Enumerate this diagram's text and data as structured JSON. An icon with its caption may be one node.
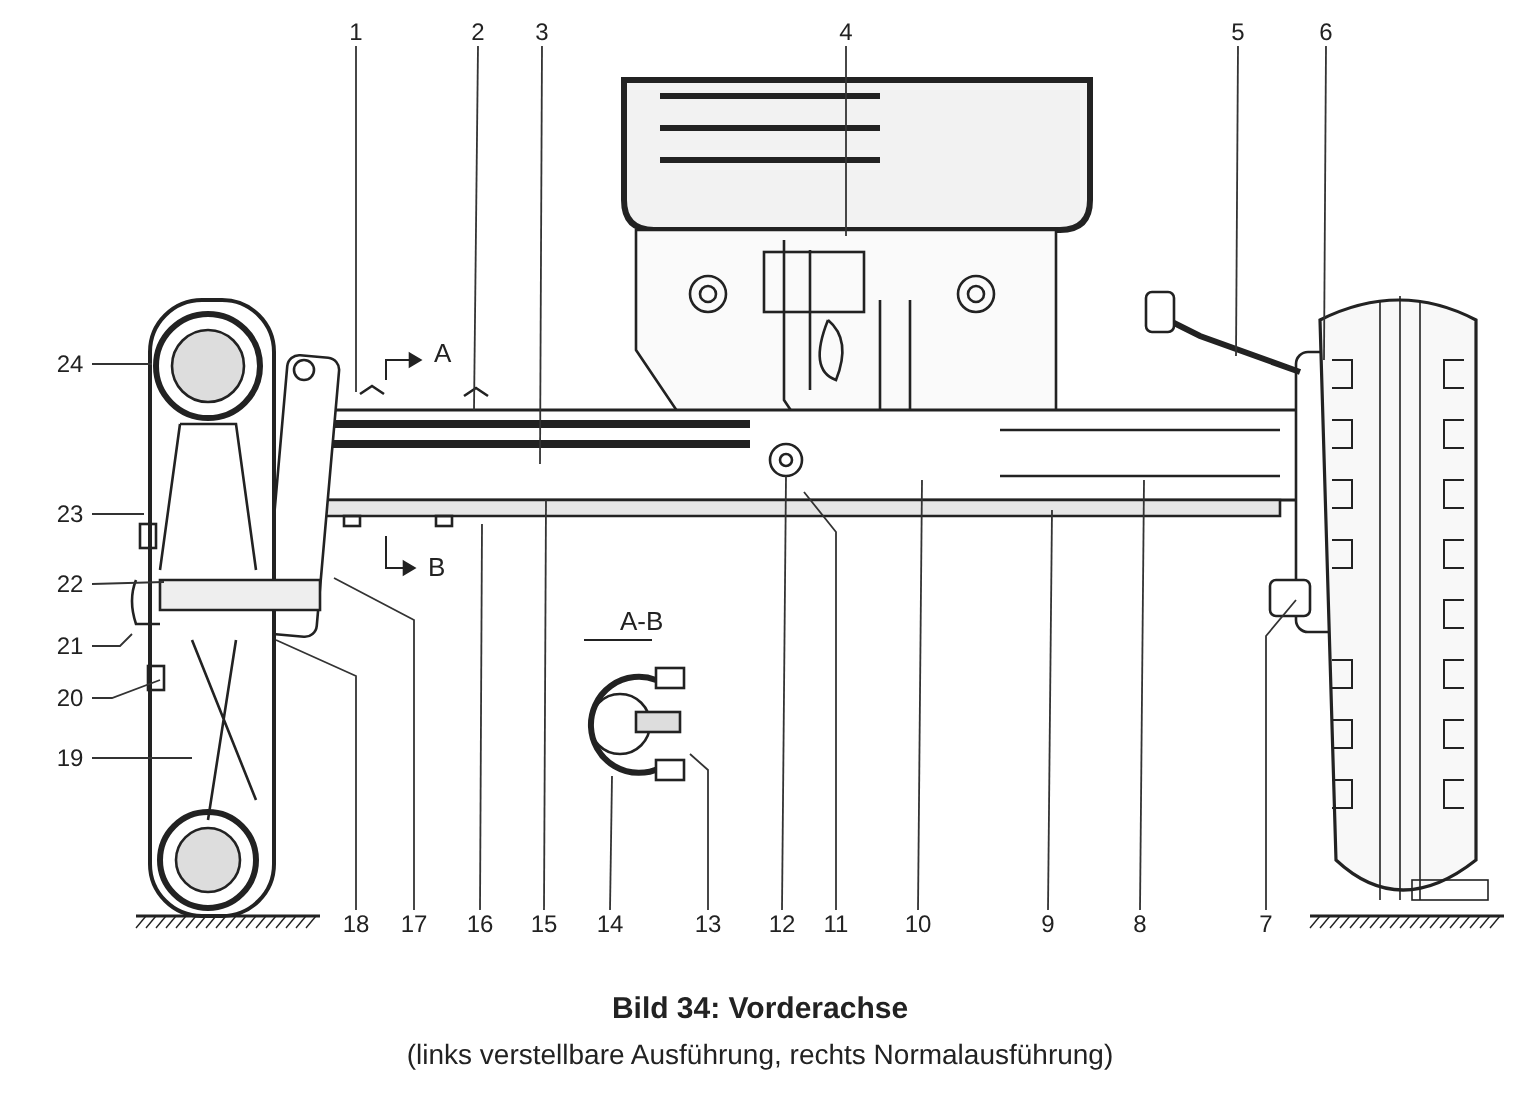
{
  "diagram": {
    "title": "Bild 34: Vorderachse",
    "caption": "(links verstellbare Ausführung, rechts Normalausführung)",
    "nodes": [
      {
        "text": [
          "1"
        ]
      },
      {
        "text": [
          "2"
        ]
      },
      {
        "text": [
          "3"
        ]
      },
      {
        "text": [
          "4"
        ]
      },
      {
        "text": [
          "5"
        ]
      },
      {
        "text": [
          "6"
        ]
      },
      {
        "text": [
          "7"
        ]
      },
      {
        "text": [
          "8"
        ]
      },
      {
        "text": [
          "9"
        ]
      },
      {
        "text": [
          "10"
        ]
      },
      {
        "text": [
          "11"
        ]
      },
      {
        "text": [
          "12"
        ]
      },
      {
        "text": [
          "13"
        ]
      },
      {
        "text": [
          "14"
        ]
      },
      {
        "text": [
          "15"
        ]
      },
      {
        "text": [
          "16"
        ]
      },
      {
        "text": [
          "17"
        ]
      },
      {
        "text": [
          "18"
        ]
      },
      {
        "text": [
          "19"
        ]
      },
      {
        "text": [
          "20"
        ]
      },
      {
        "text": [
          "21"
        ]
      },
      {
        "text": [
          "22"
        ]
      },
      {
        "text": [
          "23"
        ]
      },
      {
        "text": [
          "24"
        ]
      }
    ],
    "edges": [
      {
        "from": 0,
        "to": null,
        "arrow": "none"
      },
      {
        "from": 1,
        "to": null,
        "arrow": "none"
      },
      {
        "from": 2,
        "to": null,
        "arrow": "none"
      },
      {
        "from": 3,
        "to": null,
        "arrow": "none"
      },
      {
        "from": 4,
        "to": null,
        "arrow": "none"
      },
      {
        "from": 5,
        "to": null,
        "arrow": "none"
      },
      {
        "from": 6,
        "to": null,
        "arrow": "none"
      },
      {
        "from": 7,
        "to": null,
        "arrow": "none"
      },
      {
        "from": 8,
        "to": null,
        "arrow": "none"
      },
      {
        "from": 9,
        "to": null,
        "arrow": "none"
      },
      {
        "from": 10,
        "to": null,
        "arrow": "none"
      },
      {
        "from": 11,
        "to": null,
        "arrow": "none"
      },
      {
        "from": 12,
        "to": null,
        "arrow": "none"
      },
      {
        "from": 13,
        "to": null,
        "arrow": "none"
      },
      {
        "from": 14,
        "to": null,
        "arrow": "none"
      },
      {
        "from": 15,
        "to": null,
        "arrow": "none"
      },
      {
        "from": 16,
        "to": null,
        "arrow": "none"
      },
      {
        "from": 17,
        "to": null,
        "arrow": "none"
      },
      {
        "from": 18,
        "to": null,
        "arrow": "none"
      },
      {
        "from": 19,
        "to": null,
        "arrow": "none"
      },
      {
        "from": 20,
        "to": null,
        "arrow": "none"
      },
      {
        "from": 21,
        "to": null,
        "arrow": "none"
      },
      {
        "from": 22,
        "to": null,
        "arrow": "none"
      },
      {
        "from": 23,
        "to": null,
        "arrow": "none"
      }
    ],
    "labels": [
      "A",
      "B",
      "A-B"
    ]
  }
}
